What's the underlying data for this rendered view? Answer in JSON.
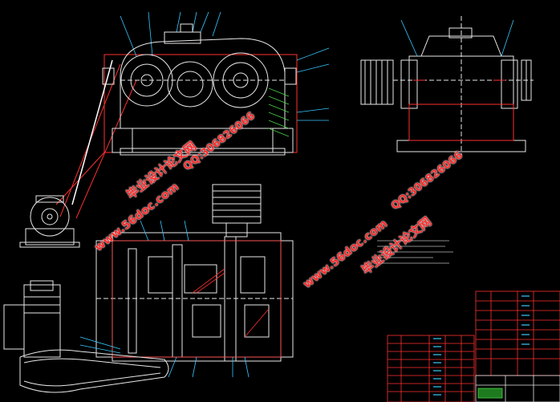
{
  "watermarks": {
    "site_cn": "毕业设计论文网",
    "site_url": "www.56doc.com",
    "qq": "QQ:306826066"
  },
  "colors": {
    "background": "#000000",
    "line_white": "#e8e8e8",
    "line_red": "#ff3030",
    "line_cyan": "#38c8ff",
    "line_green": "#4ad04a",
    "watermark": "#ff2d2d"
  },
  "views": [
    {
      "name": "front-elevation"
    },
    {
      "name": "side-elevation"
    },
    {
      "name": "plan-section"
    },
    {
      "name": "motor-pulley-view"
    },
    {
      "name": "title-block"
    },
    {
      "name": "parts-list"
    }
  ]
}
